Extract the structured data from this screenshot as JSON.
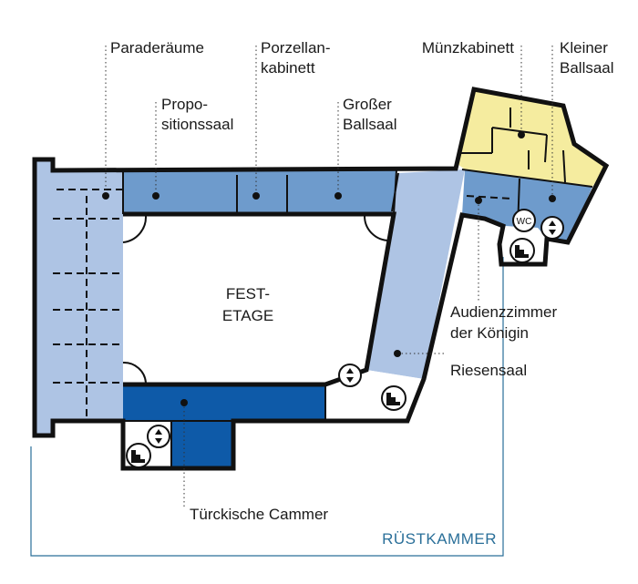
{
  "colors": {
    "light_blue": "#aec4e4",
    "mid_blue": "#6e9bcc",
    "dark_blue": "#0e5aa8",
    "yellow": "#f5ec9f",
    "wall": "#111111",
    "accent": "#2a6f99"
  },
  "center_label": [
    "FEST-",
    "ETAGE"
  ],
  "rooms": [
    {
      "name": "Paraderäume",
      "lines": [
        "Paraderäume"
      ]
    },
    {
      "name": "Porzellankabinett",
      "lines": [
        "Porzellan-",
        "kabinett"
      ]
    },
    {
      "name": "Münzkabinett",
      "lines": [
        "Münzkabinett"
      ]
    },
    {
      "name": "Kleiner Ballsaal",
      "lines": [
        "Kleiner",
        "Ballsaal"
      ]
    },
    {
      "name": "Propositionssaal",
      "lines": [
        "Propo-",
        "sitionssaal"
      ]
    },
    {
      "name": "Großer Ballsaal",
      "lines": [
        "Großer",
        "Ballsaal"
      ]
    },
    {
      "name": "Audienzzimmer der Königin",
      "lines": [
        "Audienzzimmer",
        "der Königin"
      ]
    },
    {
      "name": "Riesensaal",
      "lines": [
        "Riesensaal"
      ]
    },
    {
      "name": "Türckische Cammer",
      "lines": [
        "Türckische Cammer"
      ]
    }
  ],
  "outer_section_label": "RÜSTKAMMER",
  "icons": {
    "wc_label": "WC",
    "elevator": "elevator-icon",
    "stairs": "stairs-icon"
  }
}
